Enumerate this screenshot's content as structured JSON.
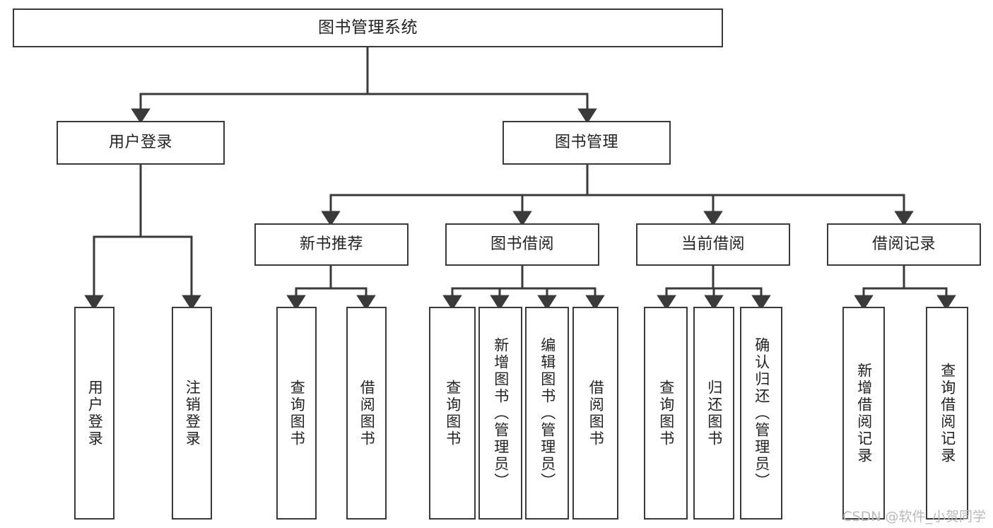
{
  "diagram": {
    "title": "图书管理系统",
    "type": "tree-hierarchy-diagram",
    "colors": {
      "box_border": "#3a3a3a",
      "box_fill": "#ffffff",
      "connector": "#3a3a3a",
      "text": "#222222",
      "watermark": "#b9b9b9",
      "background": "#ffffff"
    },
    "root": {
      "label": "图书管理系统"
    },
    "level1": [
      {
        "label": "用户登录"
      },
      {
        "label": "图书管理"
      }
    ],
    "user_login_children": [
      {
        "label": "用户登录"
      },
      {
        "label": "注销登录"
      }
    ],
    "level2": [
      {
        "label": "新书推荐"
      },
      {
        "label": "图书借阅"
      },
      {
        "label": "当前借阅"
      },
      {
        "label": "借阅记录"
      }
    ],
    "new_book_children": [
      {
        "label": "查询图书"
      },
      {
        "label": "借阅图书"
      }
    ],
    "borrow_children": [
      {
        "label": "查询图书"
      },
      {
        "label": "新增图书（管理员）"
      },
      {
        "label": "编辑图书（管理员）"
      },
      {
        "label": "借阅图书"
      }
    ],
    "current_borrow_children": [
      {
        "label": "查询图书"
      },
      {
        "label": "归还图书"
      },
      {
        "label": "确认归还（管理员）"
      }
    ],
    "record_children": [
      {
        "label": "新增借阅记录"
      },
      {
        "label": "查询借阅记录"
      }
    ]
  },
  "watermark": {
    "text": "CSDN @软件_小贺同学"
  }
}
